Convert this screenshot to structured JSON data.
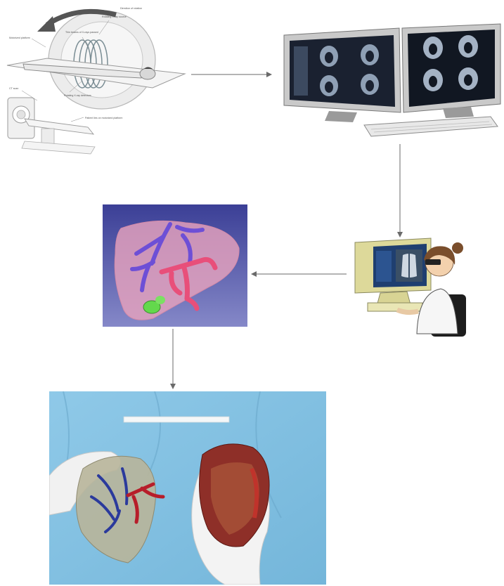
{
  "ct_scanner": {
    "callouts": [
      "Direction of rotation",
      "Rotating X-ray source",
      "Thin beams of X-rays passed",
      "Motorized platform",
      "Rotating X-ray detectors",
      "CT scan",
      "Patient lies on motorized platform"
    ]
  },
  "colors": {
    "background": "#ffffff",
    "arrow": "#6a6a6a",
    "render_background": "#5a5fae",
    "liver_translucent": "#e7a2bd",
    "portal_vessels": "#6d4fd6",
    "hepatic_vessels": "#e84f7a",
    "tumor": "#63d84c",
    "drape": "#8cc7e6"
  },
  "icons": [
    "ct-scanner-illustration",
    "dual-monitor-workstation",
    "radiologist-at-computer",
    "liver-3d-render",
    "printed-liver-model-photo"
  ]
}
